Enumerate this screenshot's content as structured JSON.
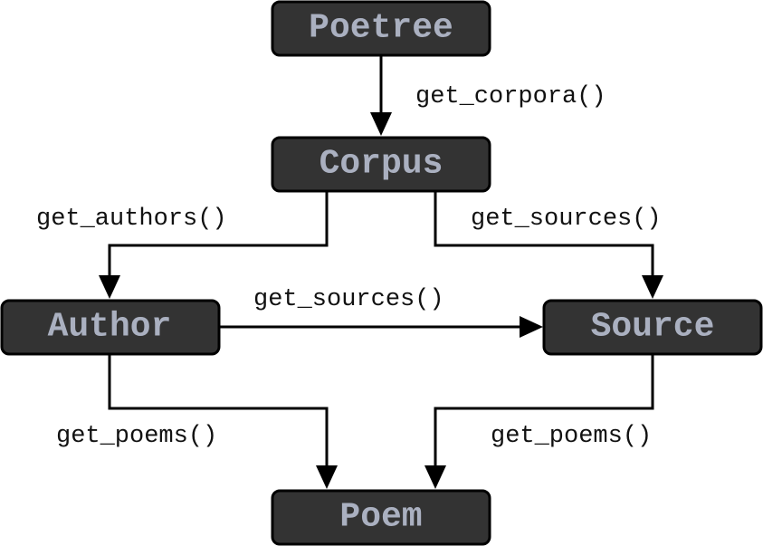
{
  "nodes": {
    "poetree": "Poetree",
    "corpus": "Corpus",
    "author": "Author",
    "source": "Source",
    "poem": "Poem"
  },
  "edges": {
    "poetree_to_corpus": "get_corpora()",
    "corpus_to_author": "get_authors()",
    "corpus_to_source": "get_sources()",
    "author_to_source": "get_sources()",
    "author_to_poem": "get_poems()",
    "source_to_poem": "get_poems()"
  },
  "colors": {
    "node_fill": "#333333",
    "node_text": "#aab0c0",
    "edge": "#000000"
  }
}
